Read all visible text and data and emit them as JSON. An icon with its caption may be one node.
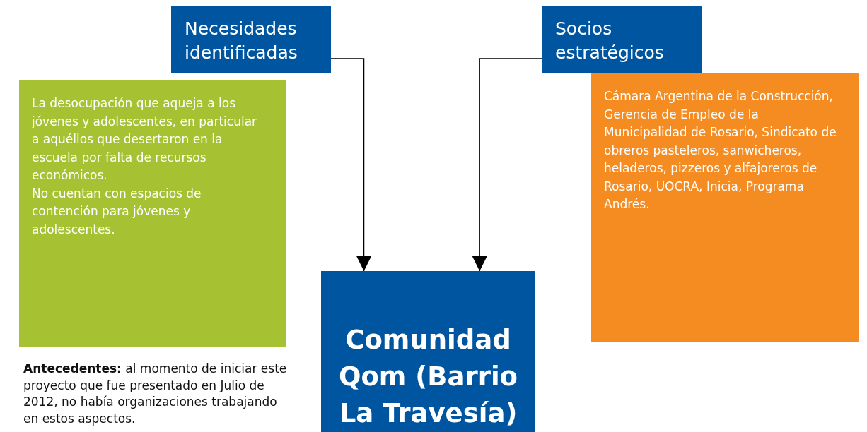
{
  "diagram": {
    "nodes": [
      {
        "text": [
          "Necesidades identificadas"
        ]
      },
      {
        "text": [
          "La desocupación que aqueja a los jóvenes y adolescentes, en particular a aquéllos que desertaron en la escuela por falta de recursos económicos.",
          "No cuentan con espacios de contención para jóvenes y adolescentes."
        ]
      },
      {
        "text": [
          "Socios estratégicos"
        ]
      },
      {
        "text": [
          "Cámara Argentina de la Construcción, Gerencia de Empleo de la Municipalidad de Rosario, Sindicato de obreros pasteleros, sanwicheros, heladeros, pizzeros y alfajoreros de Rosario, UOCRA, Inicia, Programa Andrés."
        ]
      },
      {
        "text": [
          "Comunidad Qom (Barrio La Travesía)"
        ]
      }
    ],
    "edges": [
      {
        "from": 0,
        "to": 4,
        "arrow": "to"
      },
      {
        "from": 2,
        "to": 4,
        "arrow": "to"
      }
    ],
    "labels": [
      "**Antecedentes:** al momento de iniciar este proyecto que fue presentado en Julio de 2012, no había organizaciones trabajando en estos aspectos."
    ]
  }
}
